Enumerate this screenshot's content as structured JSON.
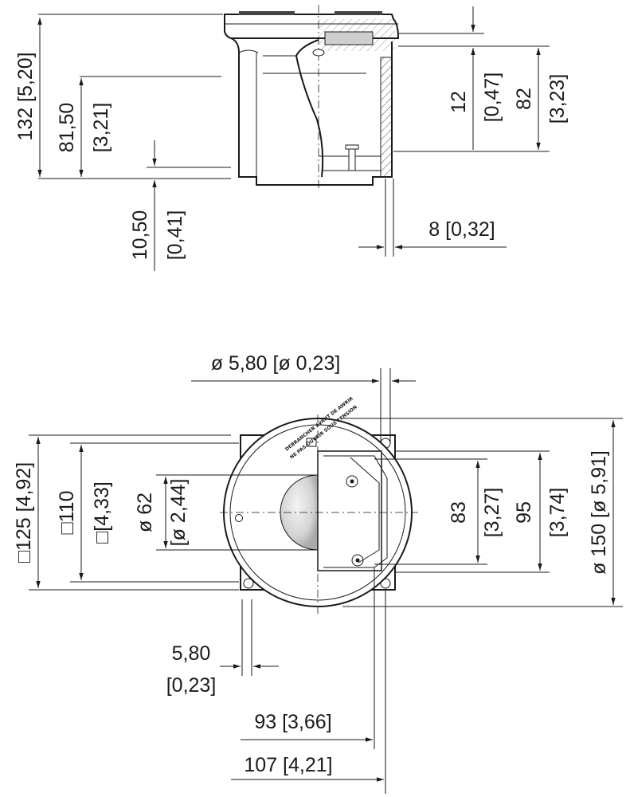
{
  "side_view": {
    "height_total": "132 [5,20]",
    "height_body_mm": "81,50",
    "height_body_in": "[3,21]",
    "flange_mm": "10,50",
    "flange_in": "[0,41]",
    "cap_mm": "12",
    "cap_in": "[0,47]",
    "wall_mm": "82",
    "wall_in": "[3,23]",
    "offset": "8 [0,32]"
  },
  "top_view": {
    "hole_diameter": "ø 5,80 [ø 0,23]",
    "square_outer": "□125 [4,92]",
    "square_inner_mm": "□110",
    "square_inner_in": "□[4,33]",
    "lens_mm": "ø 62",
    "lens_in": "[ø 2,44]",
    "inner_h_mm": "83",
    "inner_h_in": "[3,27]",
    "mid_h_mm": "95",
    "mid_h_in": "[3,74]",
    "outer_diameter": "ø 150 [ø 5,91]",
    "hole_offset_mm": "5,80",
    "hole_offset_in": "[0,23]",
    "width_93": "93 [3,66]",
    "width_107": "107 [4,21]",
    "warning_line1": "DEBRANCHER AVANT DE AWRIR",
    "warning_line2": "NE PAS OUVRIR SOUS TENSION"
  }
}
